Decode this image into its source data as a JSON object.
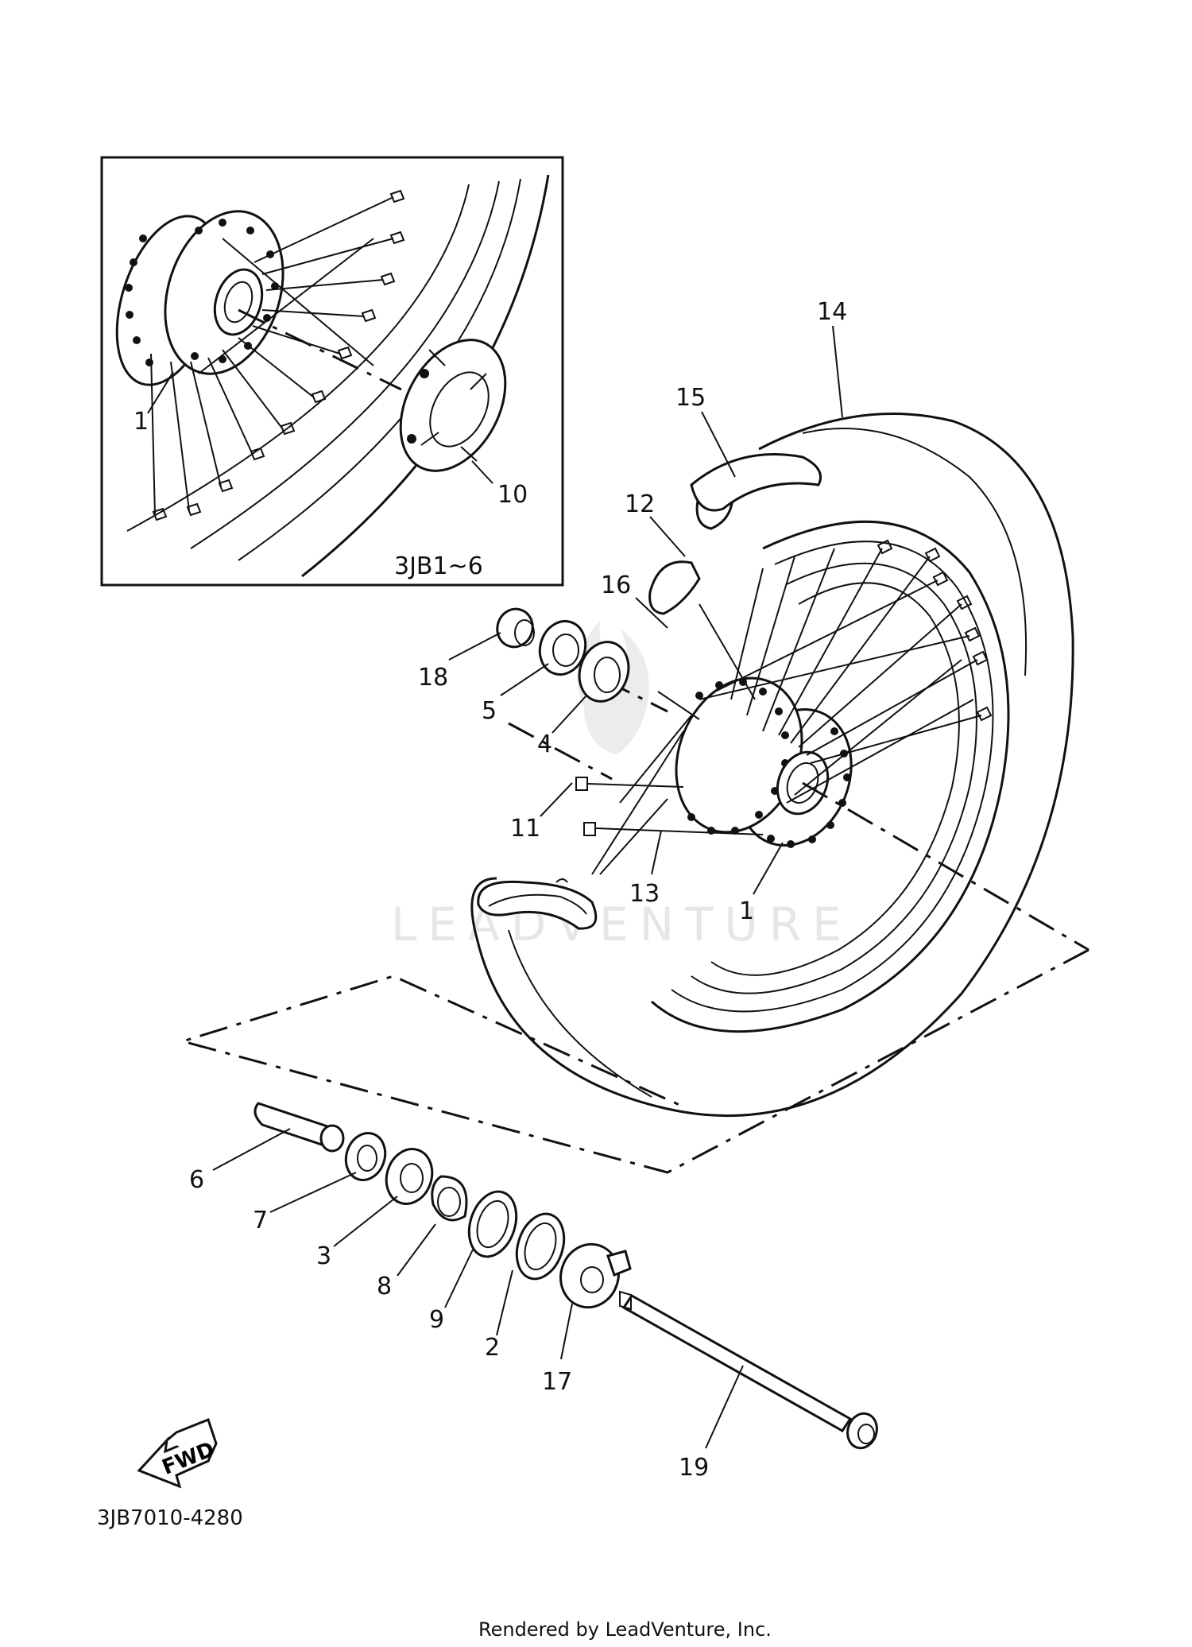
{
  "inset": {
    "variant_label": "3JB1~6",
    "callouts": [
      "1",
      "10"
    ]
  },
  "callouts": {
    "p1": "1",
    "p2": "2",
    "p3": "3",
    "p4": "4",
    "p5": "5",
    "p6": "6",
    "p7": "7",
    "p8": "8",
    "p9": "9",
    "p11": "11",
    "p12": "12",
    "p13": "13",
    "p14": "14",
    "p15": "15",
    "p16": "16",
    "p17": "17",
    "p18": "18",
    "p19": "19"
  },
  "direction_marker": "FWD",
  "diagram_code": "3JB7010-4280",
  "watermark": "LEADVENTURE",
  "footer": "Rendered by LeadVenture, Inc."
}
